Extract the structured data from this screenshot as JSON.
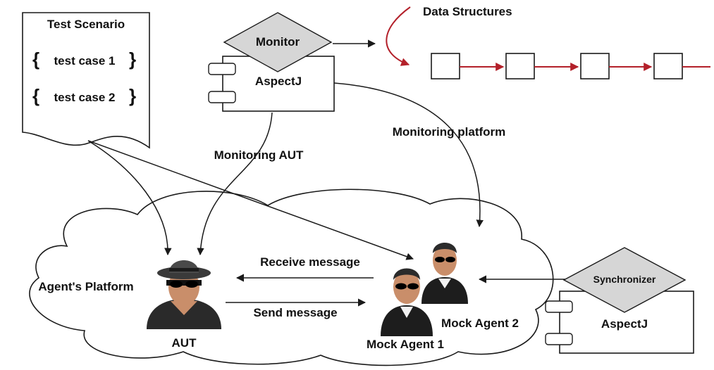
{
  "test_scenario": {
    "title": "Test Scenario",
    "cases": [
      "test case 1",
      "test case 2"
    ]
  },
  "monitor": {
    "label": "Monitor",
    "component": "AspectJ"
  },
  "data_structures": {
    "label": "Data Structures",
    "node_count": 4
  },
  "labels": {
    "monitoring_aut": "Monitoring AUT",
    "monitoring_platform": "Monitoring platform",
    "receive_message": "Receive message",
    "send_message": "Send message"
  },
  "platform": {
    "label": "Agent's Platform"
  },
  "aut": {
    "label": "AUT"
  },
  "mock_agents": [
    "Mock Agent 1",
    "Mock Agent 2"
  ],
  "synchronizer": {
    "label": "Synchronizer",
    "component": "AspectJ"
  },
  "colors": {
    "diamond": "#d6d6d6",
    "list_arrow": "#b3202a",
    "stroke": "#1a1a1a",
    "agent_suit": "#1d1d1d",
    "agent_skin": "#c98e6a",
    "hat": "#3a3a3a"
  }
}
